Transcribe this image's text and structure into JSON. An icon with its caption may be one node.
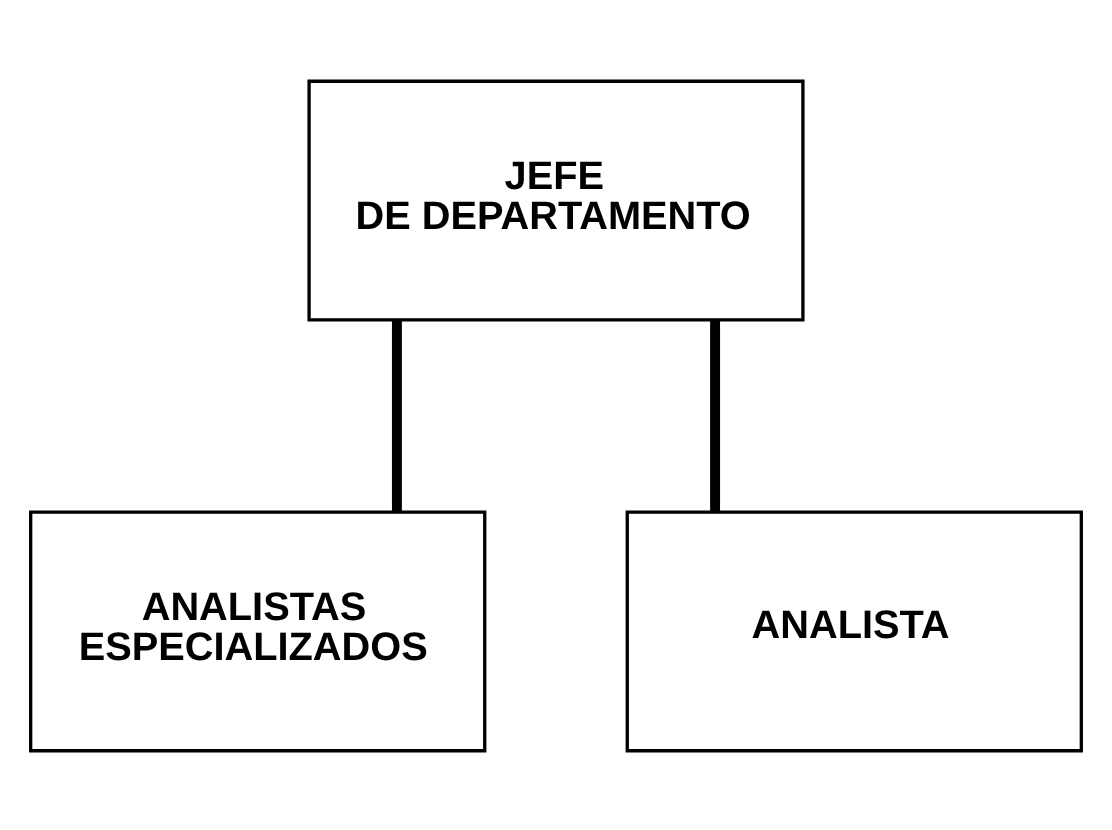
{
  "diagram": {
    "nodes": [
      {
        "text": [
          "JEFE DE DEPARTAMENTO"
        ]
      },
      {
        "text": [
          "ANALISTAS ESPECIALIZADOS"
        ]
      },
      {
        "text": [
          "ANALISTA"
        ]
      }
    ],
    "edges": [
      {
        "from": 0,
        "to": 1,
        "arrow": "none"
      },
      {
        "from": 0,
        "to": 2,
        "arrow": "none"
      }
    ]
  }
}
